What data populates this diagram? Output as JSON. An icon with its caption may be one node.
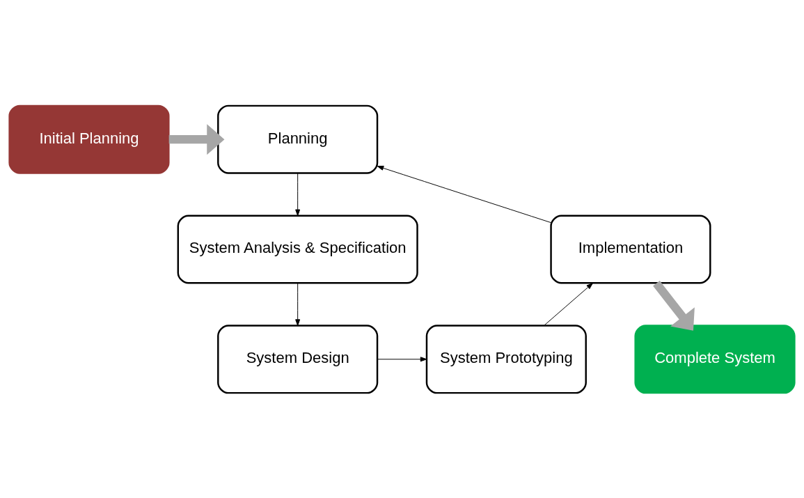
{
  "diagram": {
    "nodes": [
      {
        "text": [
          "Initial Planning"
        ]
      },
      {
        "text": [
          "Planning"
        ]
      },
      {
        "text": [
          "System Analysis & Specification"
        ]
      },
      {
        "text": [
          "System Design"
        ]
      },
      {
        "text": [
          "System Prototyping"
        ]
      },
      {
        "text": [
          "Implementation"
        ]
      },
      {
        "text": [
          "Complete System"
        ]
      }
    ],
    "edges": [
      {
        "from": 0,
        "to": 1,
        "arrow": "to",
        "style": "thick",
        "color": "#a6a6a6"
      },
      {
        "from": 1,
        "to": 2,
        "arrow": "to"
      },
      {
        "from": 2,
        "to": 3,
        "arrow": "to"
      },
      {
        "from": 3,
        "to": 4,
        "arrow": "to"
      },
      {
        "from": 4,
        "to": 5,
        "arrow": "to"
      },
      {
        "from": 5,
        "to": 1,
        "arrow": "to"
      },
      {
        "from": 5,
        "to": 6,
        "arrow": "to",
        "style": "thick",
        "color": "#a6a6a6"
      }
    ]
  }
}
